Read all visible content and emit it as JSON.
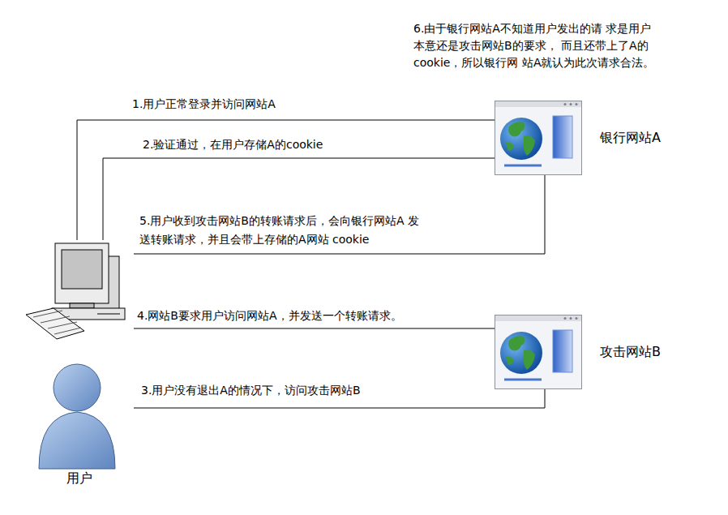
{
  "diagram": {
    "nodes": [
      {
        "text": [
          "银行网站A"
        ]
      },
      {
        "text": [
          "用户"
        ]
      },
      {
        "text": [
          "攻击网站B"
        ]
      }
    ],
    "edges": [
      {
        "from": 1,
        "to": 0,
        "arrow": "none",
        "label": "1.用户正常登录并访问网站A"
      },
      {
        "from": 0,
        "to": 1,
        "arrow": "none",
        "label": "2.验证通过，在用户存储A的cookie"
      },
      {
        "from": 1,
        "to": 2,
        "arrow": "none",
        "label": "3.用户没有退出A的情况下，访问攻击网站B"
      },
      {
        "from": 2,
        "to": 1,
        "arrow": "none",
        "label": "4.网站B要求用户访问网站A，并发送一个转账请求。"
      },
      {
        "from": 1,
        "to": 0,
        "arrow": "none",
        "label": "5.用户收到攻击网站B的转账请求后，会向银行网站A 发送转账请求，并且会带上存储的A网站 cookie"
      }
    ],
    "labels": [
      "6.由于银行网站A不知道用户发出的请 求是用户本意还是攻击网站B的要求， 而且还带上了A的cookie，所以银行网 站A就认为此次请求合法。"
    ]
  }
}
